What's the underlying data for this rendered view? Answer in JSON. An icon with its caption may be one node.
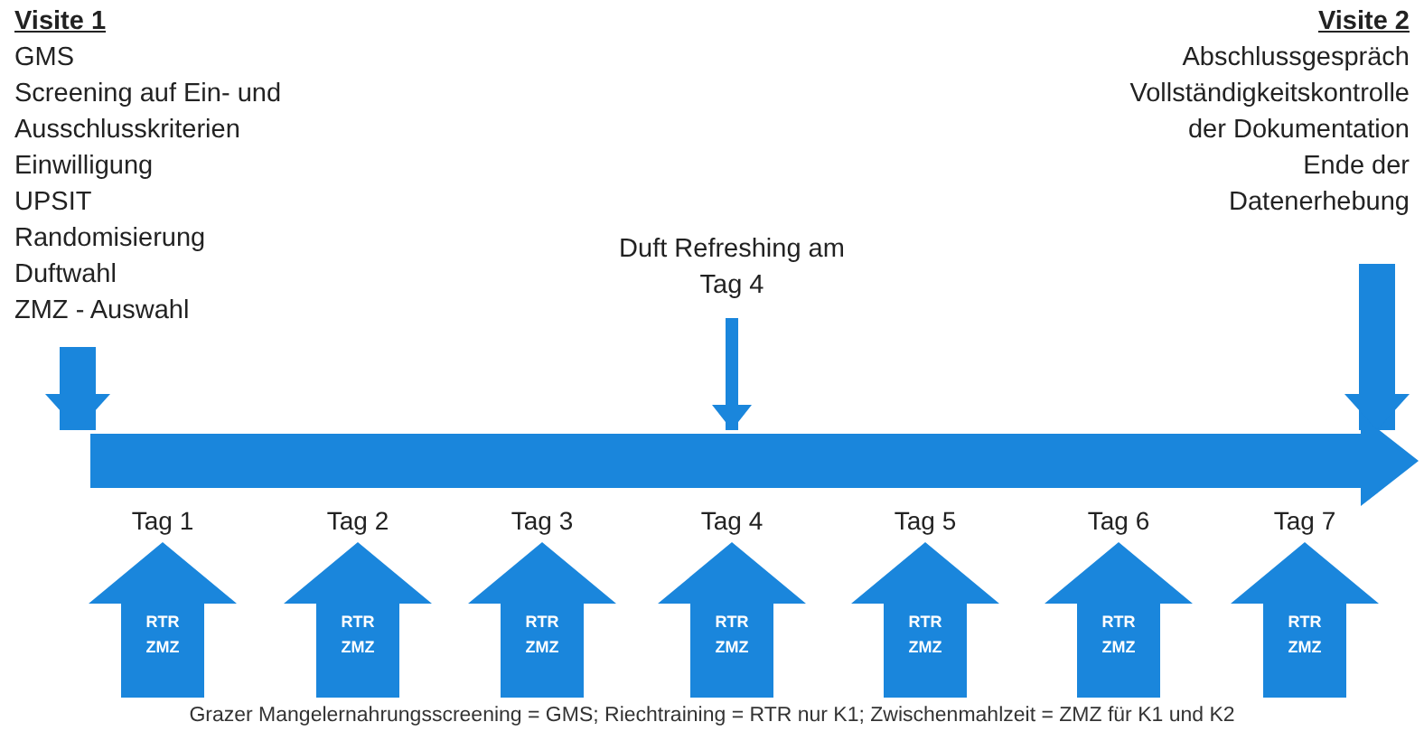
{
  "diagram": {
    "caption": "Grazer Mangelernahrungsscreening = GMS; Riechtraining = RTR  nur K1; Zwischenmahlzeit = ZMZ für K1 und K2",
    "nodes": [
      {
        "text": [
          "Visite 1",
          "GMS",
          "Screening auf Ein- und Ausschlusskriterien",
          "Einwilligung",
          "UPSIT",
          "Randomisierung",
          "Duftwahl",
          "ZMZ - Auswahl"
        ]
      },
      {
        "text": [
          "Duft Refreshing am Tag 4"
        ]
      },
      {
        "text": [
          "Visite 2",
          "Abschlussgespräch",
          "Vollständigkeitskontrolle der Dokumentation",
          "Ende der Datenerhebung"
        ]
      },
      {
        "text": [],
        "shape": "arrow"
      },
      {
        "text": [
          "RTR",
          "ZMZ"
        ],
        "beside": [
          "Tag 1"
        ]
      },
      {
        "text": [
          "RTR",
          "ZMZ"
        ],
        "beside": [
          "Tag 2"
        ]
      },
      {
        "text": [
          "RTR",
          "ZMZ"
        ],
        "beside": [
          "Tag 3"
        ]
      },
      {
        "text": [
          "RTR",
          "ZMZ"
        ],
        "beside": [
          "Tag 4"
        ]
      },
      {
        "text": [
          "RTR",
          "ZMZ"
        ],
        "beside": [
          "Tag 5"
        ]
      },
      {
        "text": [
          "RTR",
          "ZMZ"
        ],
        "beside": [
          "Tag 6"
        ]
      },
      {
        "text": [
          "RTR",
          "ZMZ"
        ],
        "beside": [
          "Tag 7"
        ]
      }
    ],
    "edges": [
      {
        "from": 0,
        "to": 3,
        "arrow": "to"
      },
      {
        "from": 1,
        "to": 3,
        "arrow": "to"
      },
      {
        "from": 2,
        "to": 3,
        "arrow": "to"
      }
    ]
  }
}
